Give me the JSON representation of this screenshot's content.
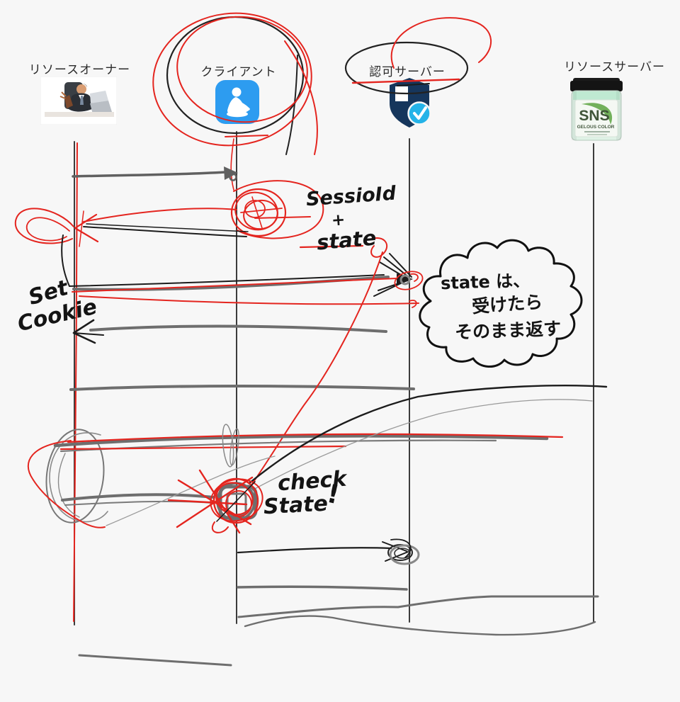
{
  "actors": [
    {
      "id": "resource-owner",
      "label": "リソースオーナー"
    },
    {
      "id": "client",
      "label": "クライアント"
    },
    {
      "id": "auth-server",
      "label": "認可サーバー"
    },
    {
      "id": "resource-server",
      "label": "リソースサーバー"
    }
  ],
  "annotations": {
    "session_note": {
      "line1": "SessioId",
      "line2": "+",
      "line3": "state"
    },
    "set_cookie": {
      "line1": "Set",
      "line2": "Cookie"
    },
    "check_state": {
      "line1": "check",
      "line2": "State",
      "bang": "!"
    },
    "cloud_note": {
      "line1": "state は、",
      "line2": "受けたら",
      "line3": "そのまま返す"
    }
  },
  "product_label": {
    "brand": "SNS",
    "line": "GELOUS COLOR"
  },
  "colors": {
    "background": "#f7f7f7",
    "ink_black": "#1c1c1c",
    "ink_red": "#e4251f",
    "ink_gray": "#6e6e6e",
    "client_blue": "#2d9cf0",
    "shield_navy": "#16365c",
    "check_blue": "#24b3e8",
    "powder_mint": "#bfe9d2"
  }
}
